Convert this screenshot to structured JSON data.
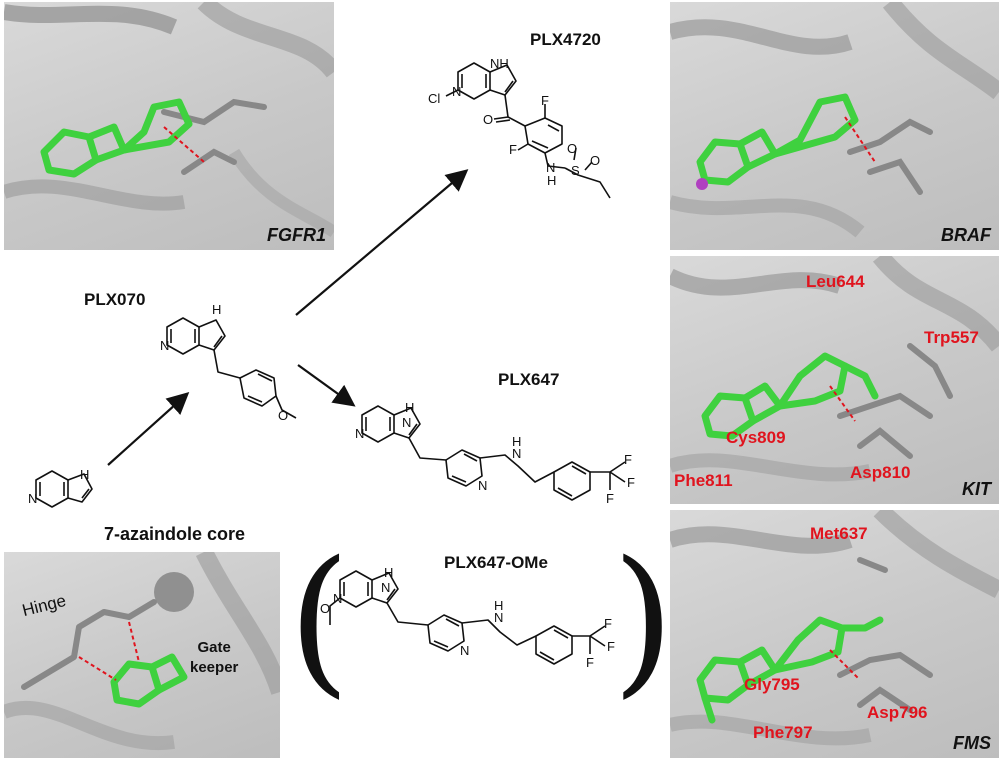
{
  "panels": {
    "fgfr1": {
      "tag": "FGFR1"
    },
    "braf": {
      "tag": "BRAF"
    },
    "kit": {
      "tag": "KIT",
      "residues": [
        "Leu644",
        "Trp557",
        "Cys809",
        "Asp810",
        "Phe811"
      ]
    },
    "fms": {
      "tag": "FMS",
      "residues": [
        "Met637",
        "Gly795",
        "Asp796",
        "Phe797"
      ]
    },
    "hinge": {
      "hinge_label": "Hinge",
      "gate_label": "Gate\nkeeper"
    }
  },
  "compounds": {
    "core": "7-azaindole core",
    "plx070": "PLX070",
    "plx4720": "PLX4720",
    "plx647": "PLX647",
    "plx647ome": "PLX647-OMe"
  },
  "atoms": {
    "N": "N",
    "H": "H",
    "NH": "NH",
    "Cl": "Cl",
    "F": "F",
    "O": "O",
    "S": "S"
  },
  "colors": {
    "ligand": "#3fd13f",
    "residue_label": "#e0141e",
    "hbond": "#e0141e",
    "protein": "#a8a8a8"
  }
}
